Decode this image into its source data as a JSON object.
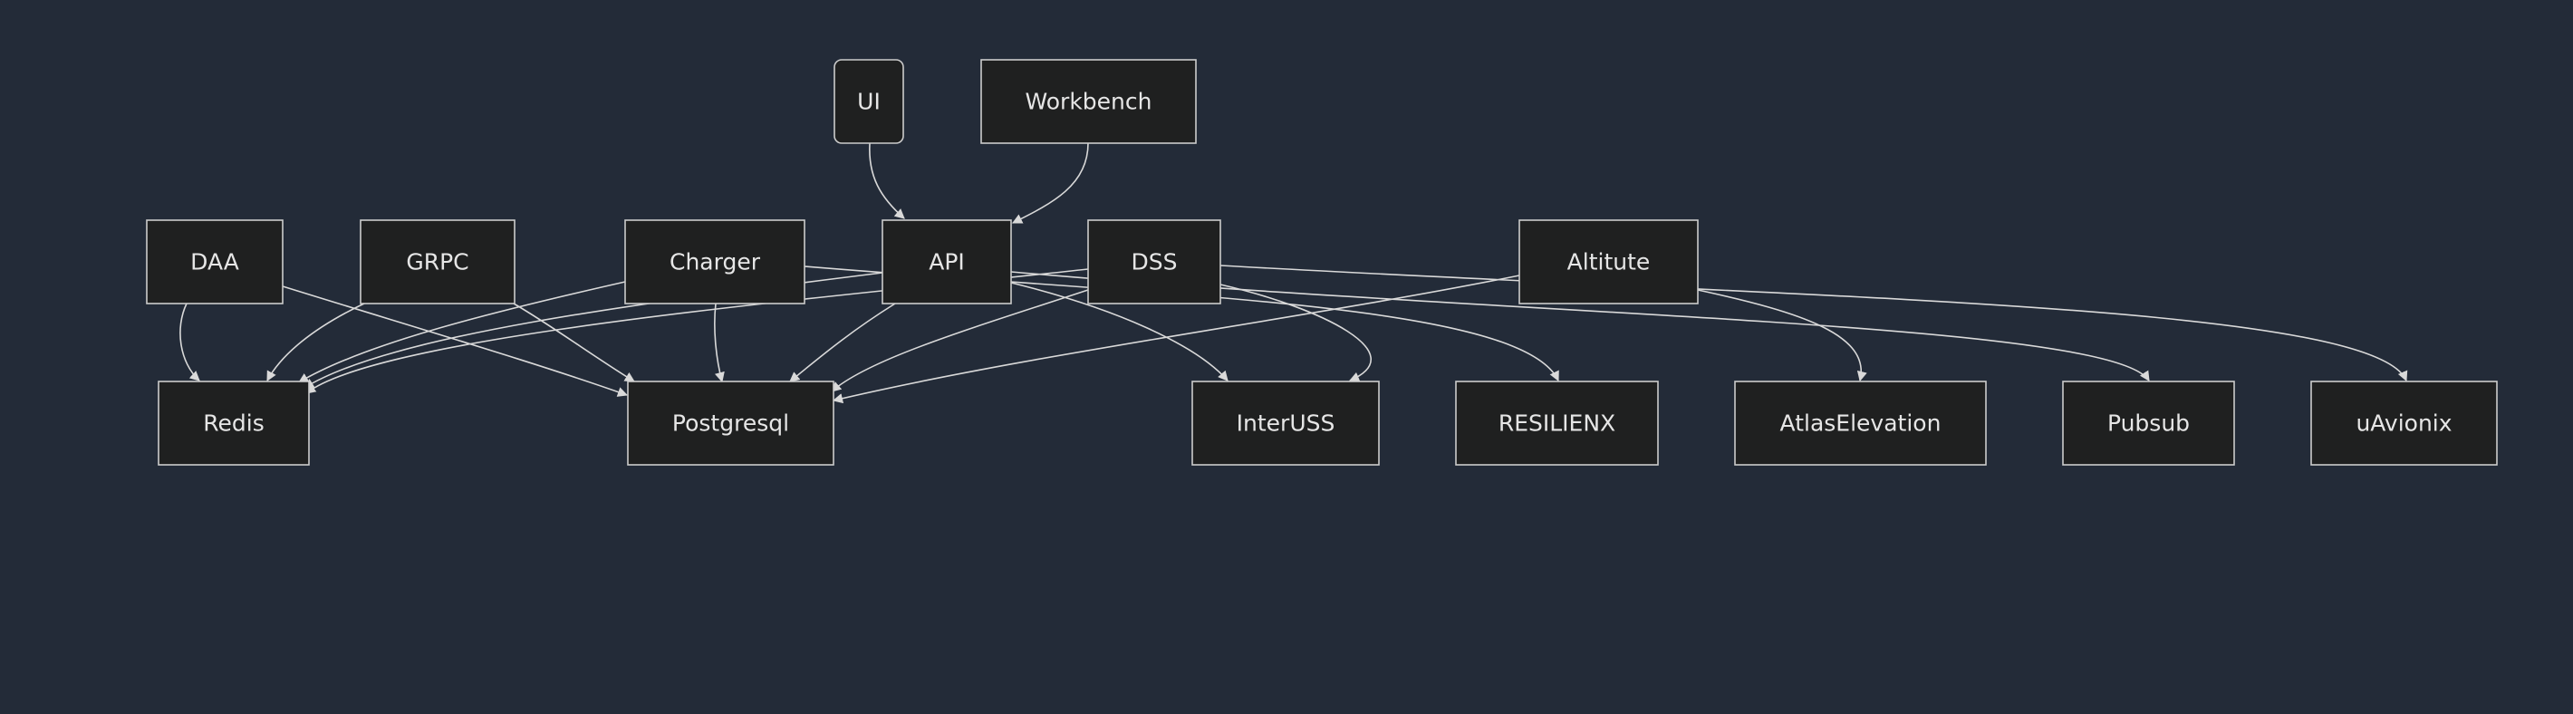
{
  "diagram": {
    "type": "flowchart",
    "nodes": [
      {
        "id": "UI",
        "label": "UI",
        "shape": "rounded"
      },
      {
        "id": "Workbench",
        "label": "Workbench",
        "shape": "rect"
      },
      {
        "id": "DAA",
        "label": "DAA",
        "shape": "rect"
      },
      {
        "id": "GRPC",
        "label": "GRPC",
        "shape": "rect"
      },
      {
        "id": "Charger",
        "label": "Charger",
        "shape": "rect"
      },
      {
        "id": "API",
        "label": "API",
        "shape": "rect"
      },
      {
        "id": "DSS",
        "label": "DSS",
        "shape": "rect"
      },
      {
        "id": "Altitute",
        "label": "Altitute",
        "shape": "rect"
      },
      {
        "id": "Redis",
        "label": "Redis",
        "shape": "rect"
      },
      {
        "id": "Postgresql",
        "label": "Postgresql",
        "shape": "rect"
      },
      {
        "id": "InterUSS",
        "label": "InterUSS",
        "shape": "rect"
      },
      {
        "id": "RESILIENX",
        "label": "RESILIENX",
        "shape": "rect"
      },
      {
        "id": "AtlasElevation",
        "label": "AtlasElevation",
        "shape": "rect"
      },
      {
        "id": "Pubsub",
        "label": "Pubsub",
        "shape": "rect"
      },
      {
        "id": "uAvionix",
        "label": "uAvionix",
        "shape": "rect"
      }
    ],
    "edges": [
      {
        "from": "UI",
        "to": "API"
      },
      {
        "from": "Workbench",
        "to": "API"
      },
      {
        "from": "DAA",
        "to": "Redis"
      },
      {
        "from": "DAA",
        "to": "Postgresql"
      },
      {
        "from": "GRPC",
        "to": "Redis"
      },
      {
        "from": "GRPC",
        "to": "Postgresql"
      },
      {
        "from": "Charger",
        "to": "Redis"
      },
      {
        "from": "Charger",
        "to": "Postgresql"
      },
      {
        "from": "Charger",
        "to": "RESILIENX"
      },
      {
        "from": "API",
        "to": "Redis"
      },
      {
        "from": "API",
        "to": "Postgresql"
      },
      {
        "from": "API",
        "to": "InterUSS"
      },
      {
        "from": "API",
        "to": "Pubsub"
      },
      {
        "from": "DSS",
        "to": "Redis"
      },
      {
        "from": "DSS",
        "to": "Postgresql"
      },
      {
        "from": "DSS",
        "to": "InterUSS"
      },
      {
        "from": "DSS",
        "to": "uAvionix"
      },
      {
        "from": "Altitute",
        "to": "Postgresql"
      },
      {
        "from": "Altitute",
        "to": "AtlasElevation"
      }
    ],
    "colors": {
      "background": "#232b38",
      "node_fill": "#1f2020",
      "node_stroke": "#cccccc",
      "edge": "#d9d9d9",
      "text": "#e6e6e6"
    }
  }
}
